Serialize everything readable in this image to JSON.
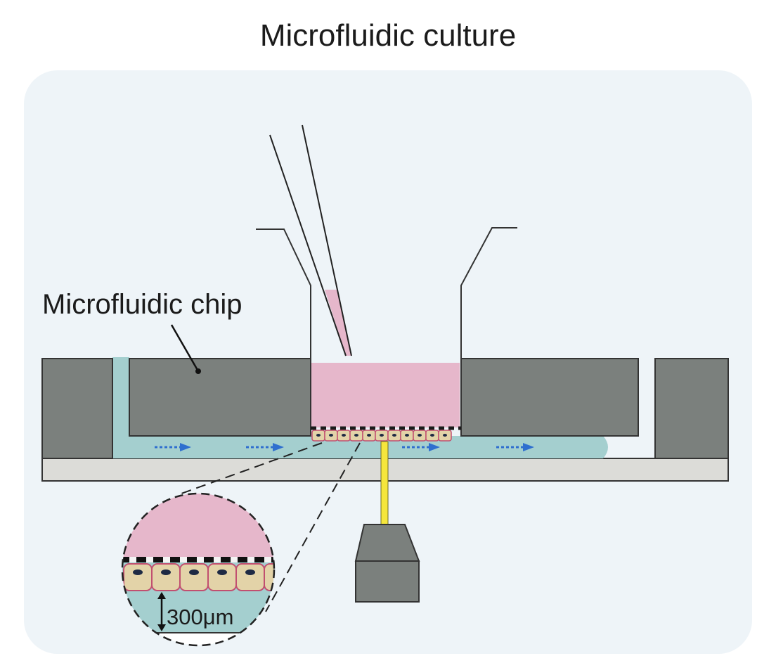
{
  "title": "Microfluidic culture",
  "labels": {
    "chip": "Microfluidic chip",
    "height": "300μm"
  },
  "colors": {
    "panel_background": "#eef4f8",
    "chip_body": "#7b807d",
    "channel_medium": "#a4cfcf",
    "insert_medium": "#e6b7cb",
    "glass_slide": "#dcdcd8",
    "light_beam": "#f5e63c",
    "flow_arrow": "#2f6fcf",
    "cell_fill": "#e3d3a8",
    "cell_outline": "#c14f70",
    "nucleus": "#1e2a44"
  },
  "icons": {
    "flow": "dotted-arrow-icon",
    "objective": "microscope-objective-icon",
    "scale": "double-arrow-icon"
  }
}
